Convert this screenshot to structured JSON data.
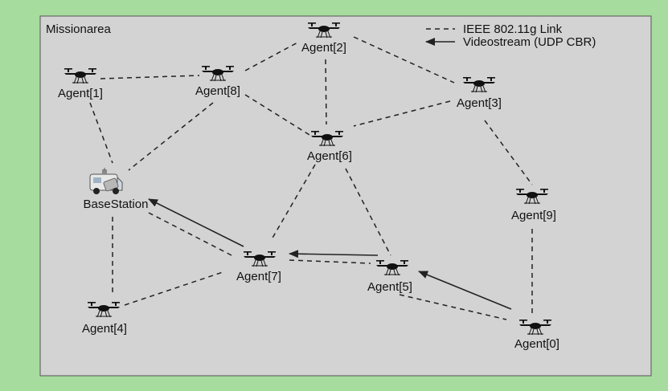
{
  "area": {
    "title": "Missionarea",
    "background": "#d3d3d3",
    "border": "#555555",
    "outer_background": "#a6dc9d"
  },
  "legend": {
    "link_label": "IEEE 802.11g Link",
    "stream_label": "Videostream (UDP CBR)"
  },
  "nodes": [
    {
      "id": "agent2",
      "label": "Agent[2]",
      "icon": "drone-icon"
    },
    {
      "id": "agent1",
      "label": "Agent[1]",
      "icon": "drone-icon"
    },
    {
      "id": "agent8",
      "label": "Agent[8]",
      "icon": "drone-icon"
    },
    {
      "id": "agent3",
      "label": "Agent[3]",
      "icon": "drone-icon"
    },
    {
      "id": "agent6",
      "label": "Agent[6]",
      "icon": "drone-icon"
    },
    {
      "id": "base",
      "label": "BaseStation",
      "icon": "van-icon"
    },
    {
      "id": "agent9",
      "label": "Agent[9]",
      "icon": "drone-icon"
    },
    {
      "id": "agent7",
      "label": "Agent[7]",
      "icon": "drone-icon"
    },
    {
      "id": "agent5",
      "label": "Agent[5]",
      "icon": "drone-icon"
    },
    {
      "id": "agent4",
      "label": "Agent[4]",
      "icon": "drone-icon"
    },
    {
      "id": "agent0",
      "label": "Agent[0]",
      "icon": "drone-icon"
    }
  ],
  "links": [
    [
      "agent1",
      "agent8"
    ],
    [
      "agent8",
      "agent2"
    ],
    [
      "agent2",
      "agent3"
    ],
    [
      "agent2",
      "agent6"
    ],
    [
      "agent8",
      "agent6"
    ],
    [
      "agent3",
      "agent6"
    ],
    [
      "agent1",
      "base"
    ],
    [
      "agent8",
      "base"
    ],
    [
      "agent3",
      "agent9"
    ],
    [
      "agent9",
      "agent0"
    ],
    [
      "agent6",
      "agent7"
    ],
    [
      "agent6",
      "agent5"
    ],
    [
      "agent7",
      "agent5"
    ],
    [
      "agent7",
      "base"
    ],
    [
      "base",
      "agent4"
    ],
    [
      "agent4",
      "agent7"
    ],
    [
      "agent5",
      "agent0"
    ]
  ],
  "streams": [
    [
      "agent0",
      "agent5"
    ],
    [
      "agent5",
      "agent7"
    ],
    [
      "agent7",
      "base"
    ]
  ]
}
